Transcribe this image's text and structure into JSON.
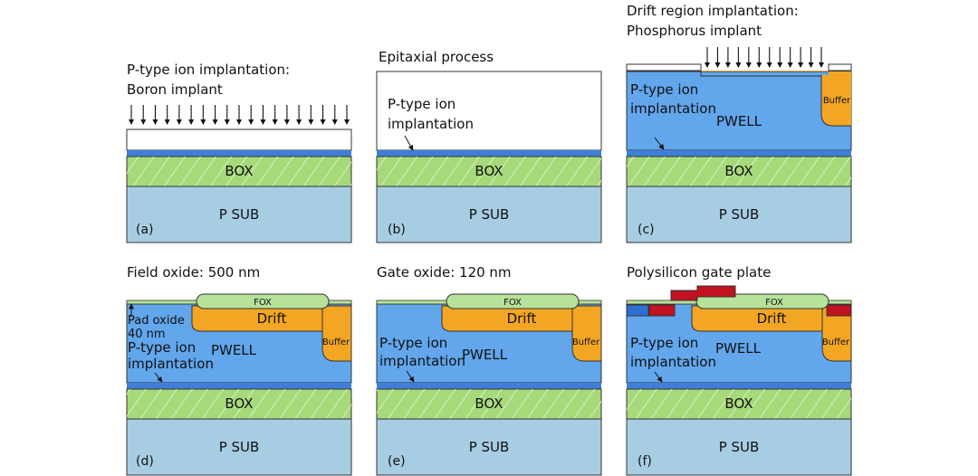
{
  "colors": {
    "sub": "#a7cde3",
    "box": "#a6d97a",
    "pwell": "#62a6ec",
    "implant": "#3f7fd6",
    "epi": "#ffffff",
    "drift": "#f3a623",
    "fox": "#b6e29a",
    "poly": "#c1121f",
    "outline": "#333333"
  },
  "panels": {
    "a": {
      "tag": "(a)",
      "caption1": "P-type ion implantation:",
      "caption2": "Boron implant",
      "box": "BOX",
      "sub": "P SUB"
    },
    "b": {
      "tag": "(b)",
      "caption1": "Epitaxial process",
      "label1": "P-type ion",
      "label2": "implantation",
      "box": "BOX",
      "sub": "P SUB"
    },
    "c": {
      "tag": "(c)",
      "caption1": "Drift region  implantation:",
      "caption2": "Phosphorus implant",
      "label1": "P-type ion",
      "label2": "implantation",
      "pwell": "PWELL",
      "buffer": "Buffer",
      "box": "BOX",
      "sub": "P SUB"
    },
    "d": {
      "tag": "(d)",
      "caption1": "Field oxide: 500 nm",
      "fox": "FOX",
      "drift": "Drift",
      "pad1": "Pad oxide",
      "pad2": "40 nm",
      "label1": "P-type ion",
      "label2": "implantation",
      "pwell": "PWELL",
      "buffer": "Buffer",
      "box": "BOX",
      "sub": "P SUB"
    },
    "e": {
      "tag": "(e)",
      "caption1": "Gate oxide: 120 nm",
      "fox": "FOX",
      "drift": "Drift",
      "label1": "P-type ion",
      "label2": "implantation",
      "pwell": "PWELL",
      "buffer": "Buffer",
      "box": "BOX",
      "sub": "P SUB"
    },
    "f": {
      "tag": "(f)",
      "caption1": "Polysilicon gate plate",
      "fox": "FOX",
      "drift": "Drift",
      "label1": "P-type ion",
      "label2": "implantation",
      "pwell": "PWELL",
      "buffer": "Buffer",
      "box": "BOX",
      "sub": "P SUB"
    }
  }
}
